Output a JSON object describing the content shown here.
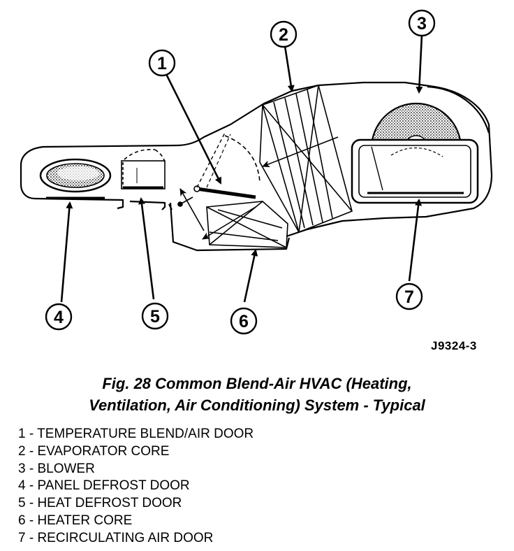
{
  "figure_id": "J9324-3",
  "caption": {
    "line1": "Fig. 28 Common Blend-Air HVAC (Heating,",
    "line2": "Ventilation, Air Conditioning) System - Typical"
  },
  "callouts": [
    "1",
    "2",
    "3",
    "4",
    "5",
    "6",
    "7"
  ],
  "legend": [
    "1 - TEMPERATURE BLEND/AIR DOOR",
    "2 - EVAPORATOR CORE",
    "3 - BLOWER",
    "4 - PANEL DEFROST DOOR",
    "5 - HEAT DEFROST DOOR",
    "6 - HEATER CORE",
    "7 - RECIRCULATING AIR DOOR"
  ],
  "colors": {
    "ink": "#000000",
    "paper": "#ffffff",
    "shade": "#b5b5b5"
  }
}
